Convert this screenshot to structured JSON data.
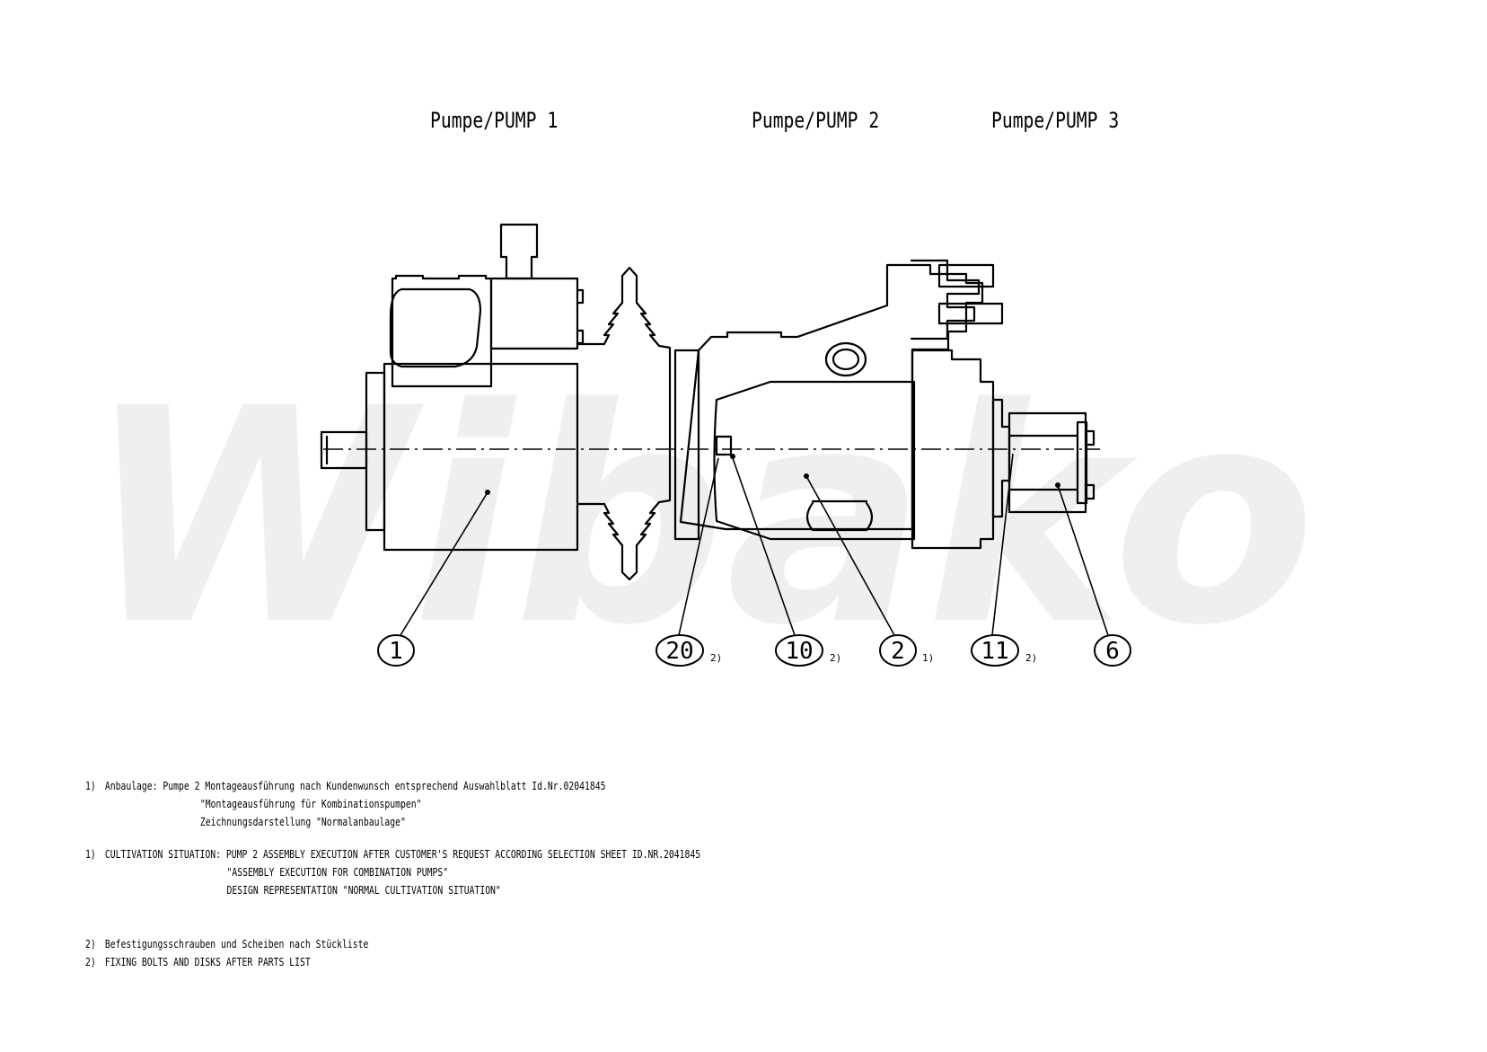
{
  "watermark": "Wibako",
  "titles": {
    "pump1": "Pumpe/PUMP 1",
    "pump2": "Pumpe/PUMP 2",
    "pump3": "Pumpe/PUMP 3"
  },
  "callouts": [
    {
      "num": "1",
      "note": ""
    },
    {
      "num": "20",
      "note": "2)"
    },
    {
      "num": "10",
      "note": "2)"
    },
    {
      "num": "2",
      "note": "1)"
    },
    {
      "num": "11",
      "note": "2)"
    },
    {
      "num": "6",
      "note": ""
    }
  ],
  "notes": {
    "n1_de_num": "1)",
    "n1_de_line1": "Anbaulage: Pumpe 2  Montageausführung nach Kundenwunsch entsprechend Auswahlblatt Id.Nr.02041845",
    "n1_de_line2": "\"Montageausführung für Kombinationspumpen\"",
    "n1_de_line3": "Zeichnungsdarstellung  \"Normalanbaulage\"",
    "n1_en_num": "1)",
    "n1_en_line1": "CULTIVATION SITUATION: PUMP 2 ASSEMBLY EXECUTION AFTER CUSTOMER'S REQUEST ACCORDING SELECTION SHEET ID.NR.2041845",
    "n1_en_line2": "\"ASSEMBLY EXECUTION FOR COMBINATION PUMPS\"",
    "n1_en_line3": "DESIGN REPRESENTATION \"NORMAL CULTIVATION SITUATION\"",
    "n2_de_num": "2)",
    "n2_de_line": "Befestigungsschrauben und Scheiben nach Stückliste",
    "n2_en_num": "2)",
    "n2_en_line": "FIXING BOLTS AND DISKS AFTER PARTS LIST"
  }
}
